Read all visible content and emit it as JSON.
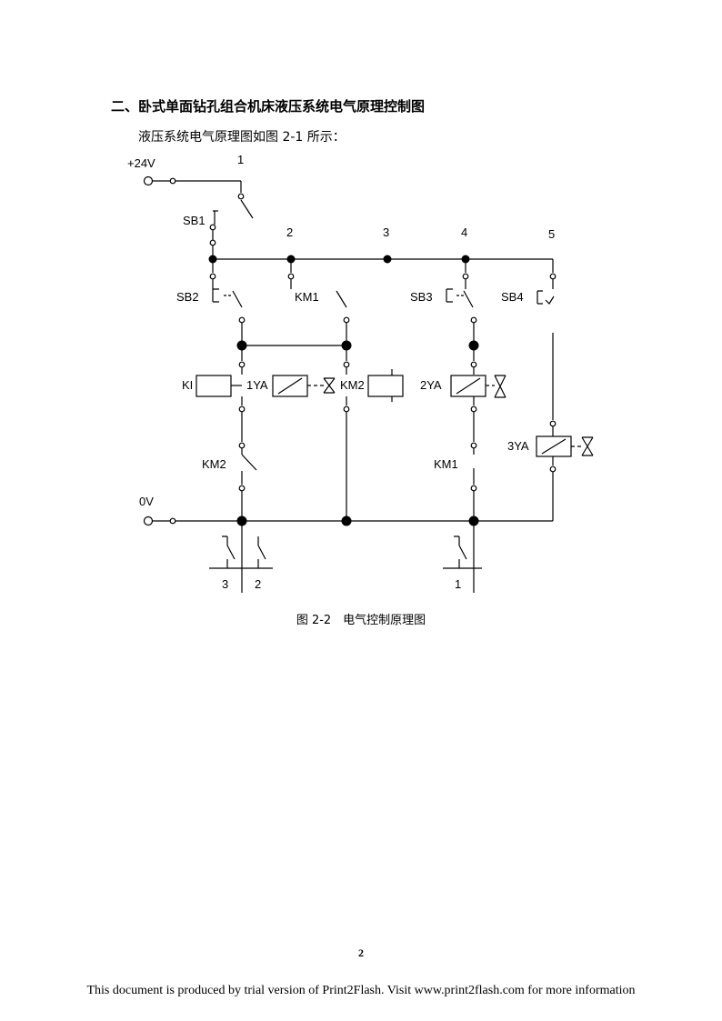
{
  "heading": "二、卧式单面钻孔组合机床液压系统电气原理控制图",
  "intro": "液压系统电气原理图如图 2-1 所示：",
  "diagram": {
    "supply_label": "+24V",
    "ground_label": "0V",
    "column_numbers": [
      "1",
      "2",
      "3",
      "4",
      "5"
    ],
    "buttons": [
      "SB1",
      "SB2",
      "SB3",
      "SB4"
    ],
    "contact_km1_top": "KM1",
    "coil_km1": "KI",
    "valve_1ya": "1YA",
    "coil_km2": "KM2",
    "valve_2ya": "2YA",
    "valve_3ya": "3YA",
    "contact_km2_bottom": "KM2",
    "contact_km1_bottom": "KM1",
    "bottom_numbers": [
      "3",
      "2",
      "1"
    ]
  },
  "caption": "图 2-2　电气控制原理图",
  "page_number": "2",
  "footer": "This document is produced by trial version of Print2Flash. Visit www.print2flash.com for more information"
}
